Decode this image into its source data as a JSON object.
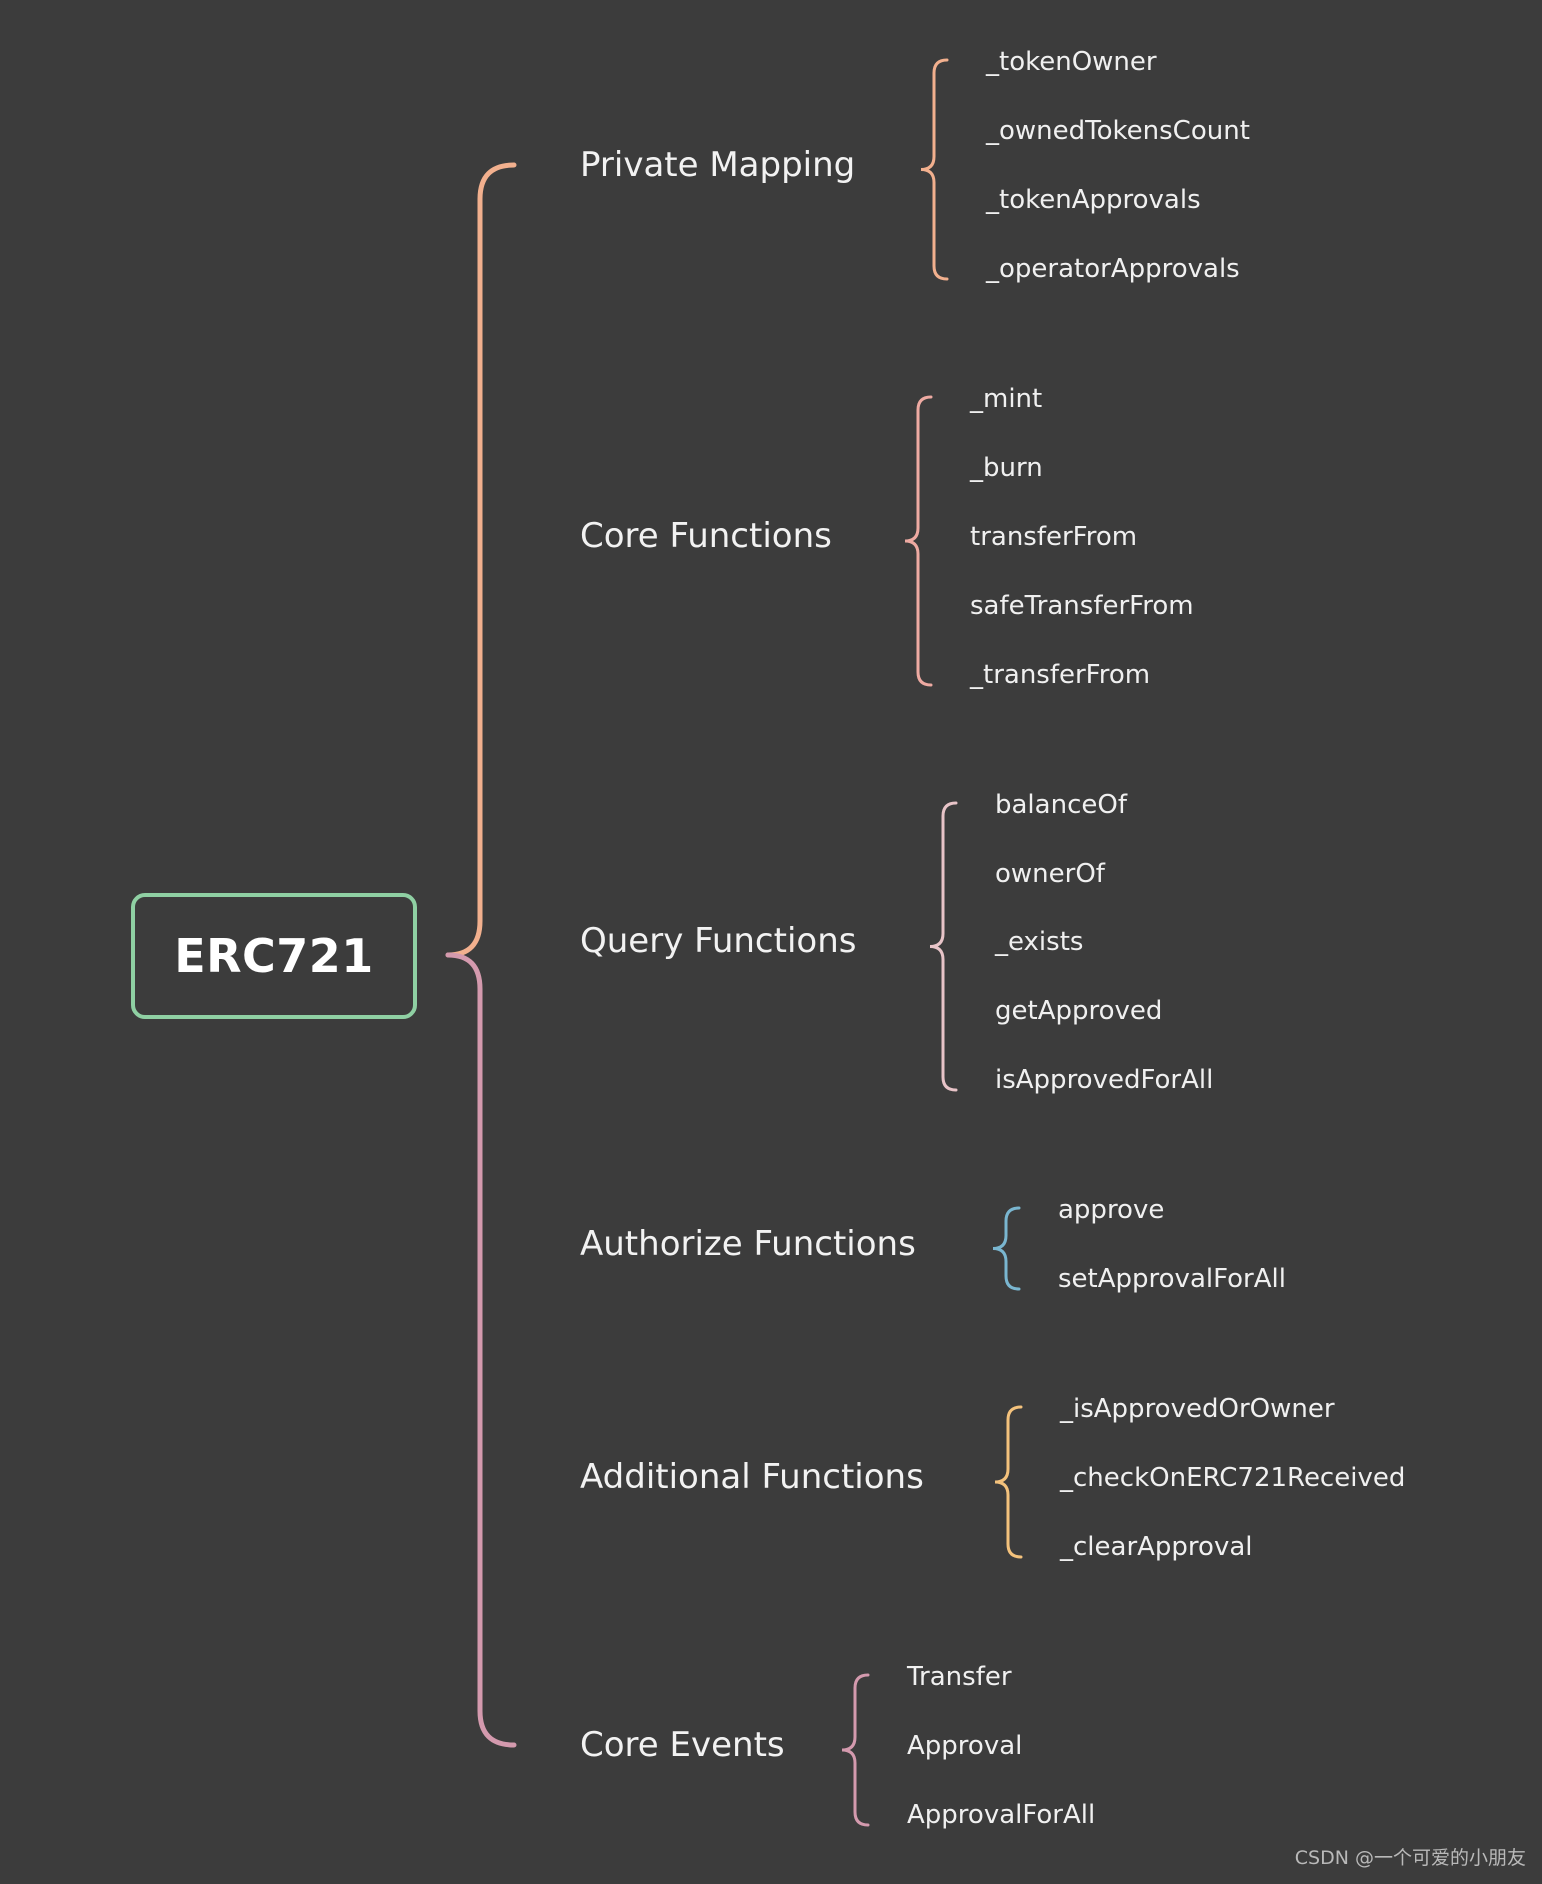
{
  "root": {
    "label": "ERC721",
    "color": "#8fd0a3"
  },
  "groups": [
    {
      "label": "Private Mapping",
      "color": "#f2b08e",
      "items": [
        "_tokenOwner",
        "_ownedTokensCount",
        "_tokenApprovals",
        "_operatorApprovals"
      ]
    },
    {
      "label": "Core Functions",
      "color": "#eeaaa2",
      "items": [
        "_mint",
        "_burn",
        "transferFrom",
        "safeTransferFrom",
        "_transferFrom"
      ]
    },
    {
      "label": "Query Functions",
      "color": "#e8c4c8",
      "items": [
        "balanceOf",
        "ownerOf",
        "_exists",
        "getApproved",
        "isApprovedForAll"
      ]
    },
    {
      "label": "Authorize Functions",
      "color": "#7ab6d0",
      "items": [
        "approve",
        "setApprovalForAll"
      ]
    },
    {
      "label": "Additional Functions",
      "color": "#f4c27c",
      "items": [
        "_isApprovedOrOwner",
        "_checkOnERC721Received",
        "_clearApproval"
      ]
    },
    {
      "label": "Core Events",
      "color": "#d49aae",
      "items": [
        "Transfer",
        "Approval",
        "ApprovalForAll"
      ]
    }
  ],
  "main_brace_colors": {
    "upper": "#f2b08e",
    "lower": "#d49aae"
  },
  "watermark": "CSDN @一个可爱的小朋友"
}
